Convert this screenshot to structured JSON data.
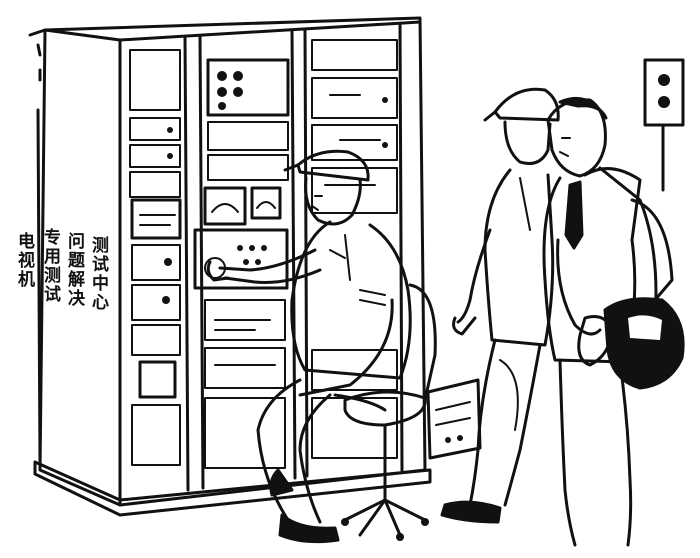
{
  "caption": {
    "lines": [
      "电视机",
      "专用测试",
      "问题解决",
      "测试中心"
    ]
  },
  "figures": {
    "seated_operator": "seated-technician",
    "standing_left": "standing-technician",
    "standing_right": "supervisor-with-bag"
  },
  "colors": {
    "ink": "#111111",
    "paper": "#ffffff"
  }
}
